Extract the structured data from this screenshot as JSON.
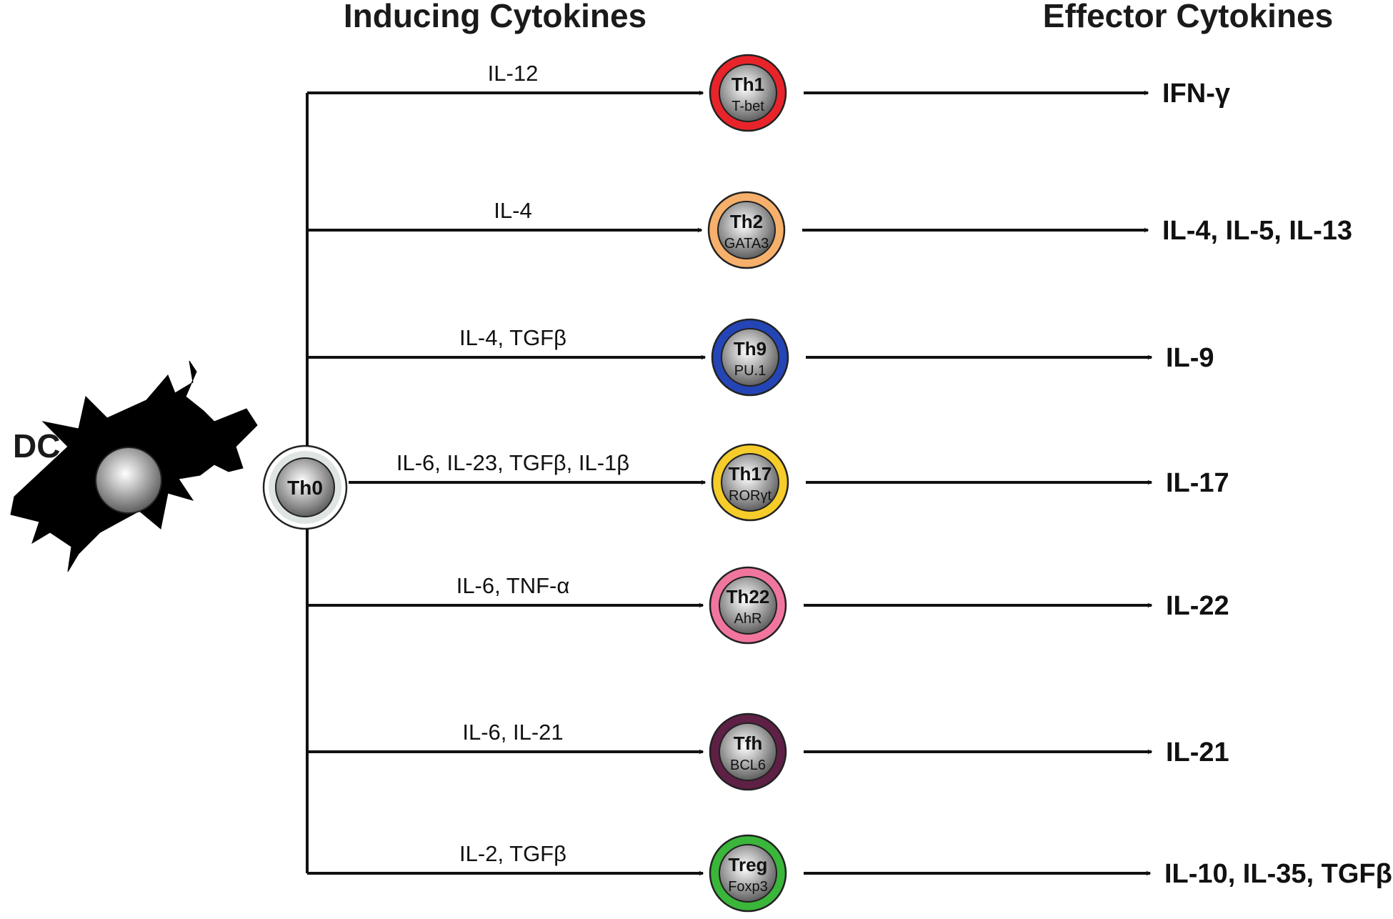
{
  "headers": {
    "inducing": "Inducing Cytokines",
    "effector": "Effector Cytokines"
  },
  "dc_label": "DC",
  "naive_cell": "Th0",
  "subsets": [
    {
      "name": "Th1",
      "tf": "T-bet",
      "inducing": "IL-12",
      "effector": "IFN-γ",
      "ring_color": "#e8242a"
    },
    {
      "name": "Th2",
      "tf": "GATA3",
      "inducing": "IL-4",
      "effector": "IL-4, IL-5, IL-13",
      "ring_color": "#f6b06b"
    },
    {
      "name": "Th9",
      "tf": "PU.1",
      "inducing": "IL-4, TGFβ",
      "effector": "IL-9",
      "ring_color": "#2445b5"
    },
    {
      "name": "Th17",
      "tf": "RORγt",
      "inducing": "IL-6, IL-23, TGFβ, IL-1β",
      "effector": "IL-17",
      "ring_color": "#f5cc2a"
    },
    {
      "name": "Th22",
      "tf": "AhR",
      "inducing": "IL-6, TNF-α",
      "effector": "IL-22",
      "ring_color": "#f0769e"
    },
    {
      "name": "Tfh",
      "tf": "BCL6",
      "inducing": "IL-6, IL-21",
      "effector": "IL-21",
      "ring_color": "#5e2045"
    },
    {
      "name": "Treg",
      "tf": "Foxp3",
      "inducing": "IL-2, TGFβ",
      "effector": "IL-10, IL-35, TGFβ",
      "ring_color": "#3ab63a"
    }
  ],
  "colors": {
    "dc_body": "#f4a94f",
    "nucleus": "#9e9e9e",
    "th0_ring": "#dfe5e2",
    "line": "#111111"
  }
}
